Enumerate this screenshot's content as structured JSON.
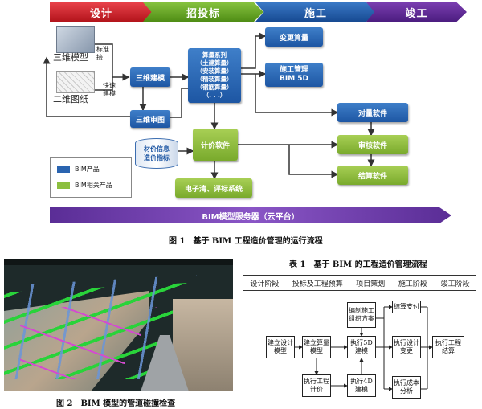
{
  "phases": [
    "设计",
    "招投标",
    "施工",
    "竣工"
  ],
  "left": {
    "model_3d": "三维模型",
    "drawing_2d": "二维图纸",
    "std_interface": "标准\n接口",
    "fast_modeling": "快速\n建模"
  },
  "blue_boxes": {
    "modeling": "三维建模",
    "review": "三维审图",
    "calc_series": "算量系列\n（土建算量）\n（安装算量）\n（精装算量）\n（钢筋算量）\n（. . .）",
    "change_calc": "变更算量",
    "construction_mgmt": "施工管理\nBIM 5D",
    "quantity_sw": "对量软件"
  },
  "green_boxes": {
    "pricing_sw": "计价软件",
    "audit_sw": "审核软件",
    "settlement_sw": "结算软件",
    "e_bid": "电子清、评标系统"
  },
  "material_db": "材价信息\n造价指标",
  "legend": {
    "bim_product": "BIM产品",
    "bim_related": "BIM相关产品",
    "blue": "#2a64b0",
    "green": "#8cbf3f"
  },
  "server_bar": "BIM模型服务器（云平台）",
  "fig1_caption": "图 1　基于 BIM 工程造价管理的运行流程",
  "fig2_caption": "图 2　BIM 模型的管道碰撞检查",
  "table1_caption": "表 1　基于 BIM 的工程造价管理流程",
  "table_head": [
    "设计阶段",
    "投标及工程预算",
    "项目策划",
    "施工阶段",
    "竣工阶段"
  ],
  "flow": {
    "design_model": "建立设计\n模型",
    "calc_model": "建立算量\n模型",
    "exec_pricing": "执行工程\n计价",
    "plan": "编制施工\n组织方案",
    "exec_5d": "执行5D\n建模",
    "exec_4d": "执行4D\n建模",
    "settle_pay": "结算支付",
    "design_change": "执行设计\n变更",
    "cost_analysis": "执行成本\n分析",
    "final_settle": "执行工程\n结算"
  }
}
